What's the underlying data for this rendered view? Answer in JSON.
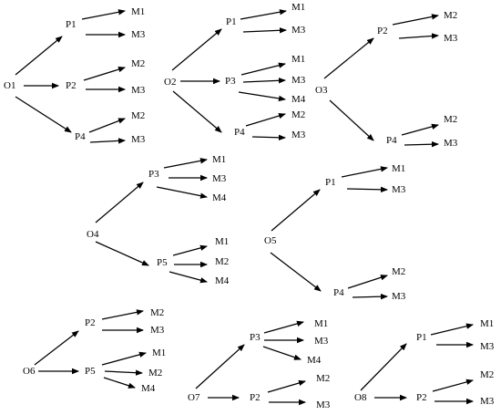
{
  "trees": [
    {
      "root": "O1",
      "branches": [
        {
          "process": "P1",
          "machines": [
            "M1",
            "M3"
          ]
        },
        {
          "process": "P2",
          "machines": [
            "M2",
            "M3"
          ]
        },
        {
          "process": "P4",
          "machines": [
            "M2",
            "M3"
          ]
        }
      ]
    },
    {
      "root": "O2",
      "branches": [
        {
          "process": "P1",
          "machines": [
            "M1",
            "M3"
          ]
        },
        {
          "process": "P3",
          "machines": [
            "M1",
            "M3",
            "M4"
          ]
        },
        {
          "process": "P4",
          "machines": [
            "M2",
            "M3"
          ]
        }
      ]
    },
    {
      "root": "O3",
      "branches": [
        {
          "process": "P2",
          "machines": [
            "M2",
            "M3"
          ]
        },
        {
          "process": "P4",
          "machines": [
            "M2",
            "M3"
          ]
        }
      ]
    },
    {
      "root": "O4",
      "branches": [
        {
          "process": "P3",
          "machines": [
            "M1",
            "M3",
            "M4"
          ]
        },
        {
          "process": "P5",
          "machines": [
            "M1",
            "M2",
            "M4"
          ]
        }
      ]
    },
    {
      "root": "O5",
      "branches": [
        {
          "process": "P1",
          "machines": [
            "M1",
            "M3"
          ]
        },
        {
          "process": "P4",
          "machines": [
            "M2",
            "M3"
          ]
        }
      ]
    },
    {
      "root": "O6",
      "branches": [
        {
          "process": "P2",
          "machines": [
            "M2",
            "M3"
          ]
        },
        {
          "process": "P5",
          "machines": [
            "M1",
            "M2",
            "M4"
          ]
        }
      ]
    },
    {
      "root": "O7",
      "branches": [
        {
          "process": "P3",
          "machines": [
            "M1",
            "M3",
            "M4"
          ]
        },
        {
          "process": "P2",
          "machines": [
            "M2",
            "M3"
          ]
        }
      ]
    },
    {
      "root": "O8",
      "branches": [
        {
          "process": "P1",
          "machines": [
            "M1",
            "M3"
          ]
        },
        {
          "process": "P2",
          "machines": [
            "M2",
            "M3"
          ]
        }
      ]
    }
  ]
}
